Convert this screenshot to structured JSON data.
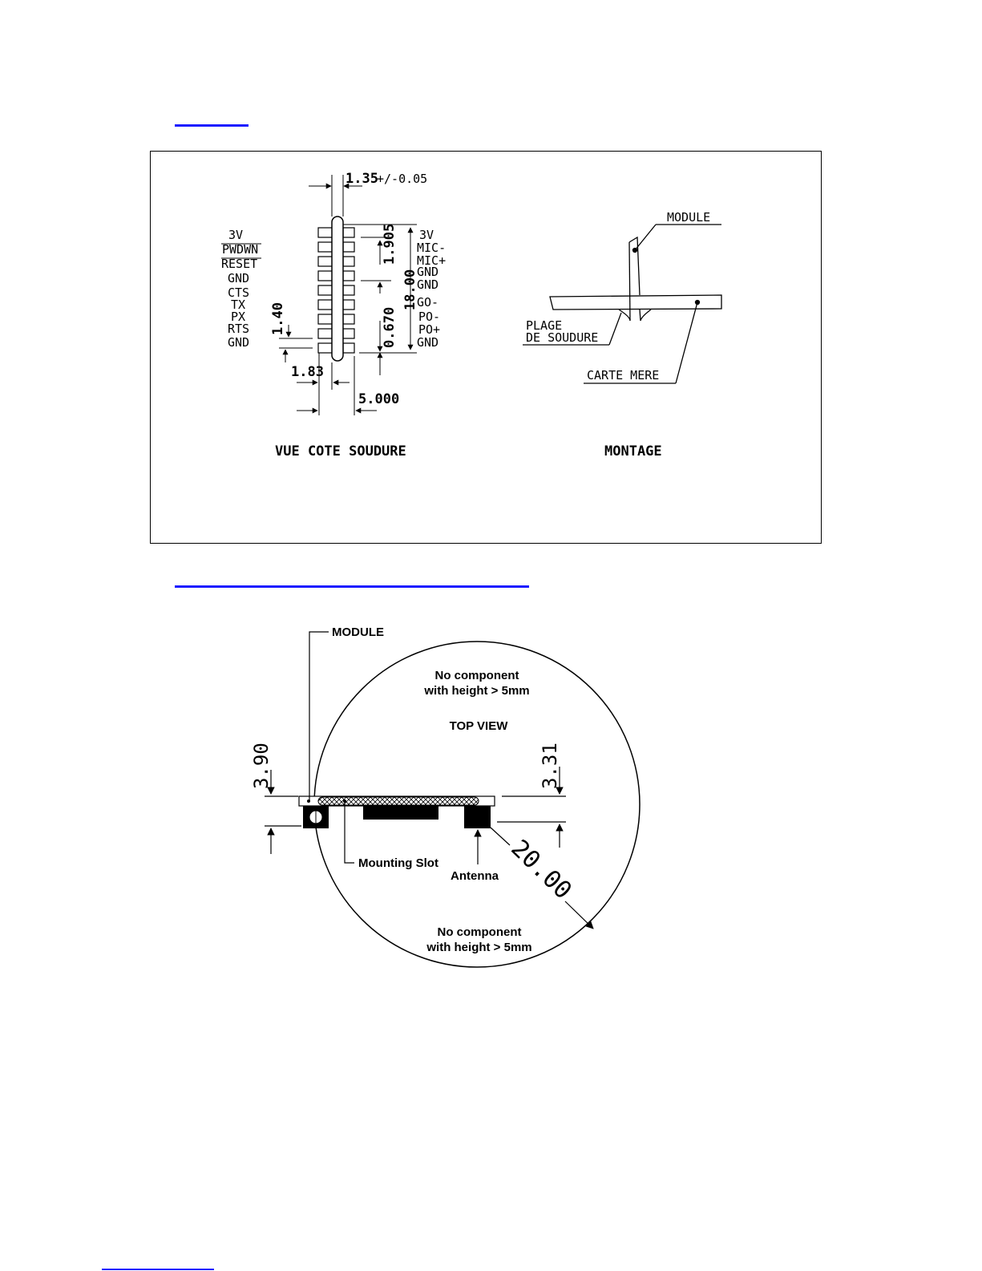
{
  "colors": {
    "link_blue": "#1a1aff",
    "ink": "#000000",
    "frame": "#000000"
  },
  "soldering_view": {
    "pin_labels_left": [
      "3V",
      "PWDWN",
      "RESET",
      "GND",
      "CTS",
      "TX",
      "PX",
      "RTS",
      "GND"
    ],
    "pin_labels_right": [
      "3V",
      "MIC-",
      "MIC+",
      "GND",
      "GND",
      "GO-",
      "PO-",
      "PO+",
      "GND"
    ],
    "dim_thickness": "1.35",
    "dim_tolerance": "+/-0.05",
    "dim_pitch": "1.905",
    "dim_height": "18.00",
    "dim_bottom": "0.670",
    "dim_pad": "1.40",
    "dim_offset": "1.83",
    "dim_width": "5.000",
    "caption": "VUE COTE SOUDURE"
  },
  "mounting_view": {
    "module_label": "MODULE",
    "pad_label_line1": "PLAGE",
    "pad_label_line2": "DE SOUDURE",
    "board_label": "CARTE MERE",
    "caption": "MONTAGE"
  },
  "top_view": {
    "module_label": "MODULE",
    "no_comp_top_line1": "No component",
    "no_comp_top_line2": "with height > 5mm",
    "title": "TOP VIEW",
    "dim_left": "3.90",
    "dim_right": "3.31",
    "slot_label": "Mounting Slot",
    "antenna_label": "Antenna",
    "radius": "20.00",
    "no_comp_bottom_line1": "No component",
    "no_comp_bottom_line2": "with height > 5mm"
  }
}
